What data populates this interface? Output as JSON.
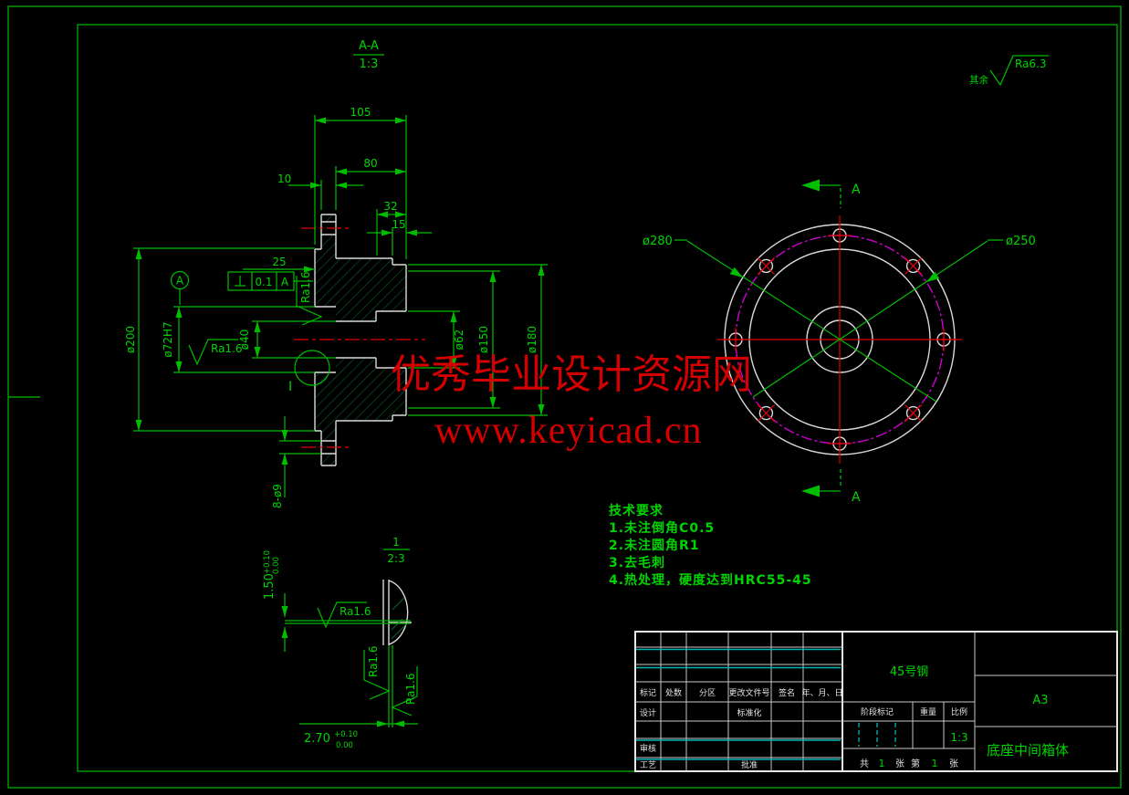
{
  "colors": {
    "background": "#000000",
    "line_green": "#00bd00",
    "text_green": "#00d400",
    "outline_white": "#d9d9d9",
    "centerline_red": "#e10000",
    "bolt_circle_magenta": "#cd00cd",
    "table_cyan": "#00b5b5",
    "hatch_green": "#0b5f2d",
    "watermark_red": "#d40000"
  },
  "section_label": {
    "view": "A-A",
    "scale": "1:3"
  },
  "surface_note": {
    "prefix": "其余",
    "value": "Ra6.3"
  },
  "section_view": {
    "dims": {
      "width_total": "105",
      "width_hub": "80",
      "step10": "10",
      "step32": "32",
      "step15": "15",
      "flange_thk": "25",
      "d200": "ø200",
      "d72": "ø72H7",
      "d40": "ø40",
      "d62": "ø62",
      "d150": "ø150",
      "d180": "ø180",
      "holes": "8-ø9"
    },
    "roughness": "Ra1.6",
    "gdt": {
      "symbol": "⊥",
      "tolerance": "0.1",
      "datum": "A"
    },
    "datum_label": "A",
    "detail_ref": "I"
  },
  "circular_view": {
    "outer_dia": "ø280",
    "bolt_circle_dia": "ø250",
    "cutting_label_top": "A",
    "cutting_label_bottom": "A"
  },
  "tech_req": {
    "title": "技术要求",
    "items": [
      "1.未注倒角C0.5",
      "2.未注圆角R1",
      "3.去毛刺",
      "4.热处理，硬度达到HRC55-45"
    ]
  },
  "detail_view": {
    "ref": "1",
    "scale": "2:3",
    "roughness1": "Ra1.6",
    "roughness2": "Ra1.6",
    "roughness3": "Ra1.6",
    "height": {
      "value": "1.50",
      "tol_up": "+0.10",
      "tol_dn": "0.00"
    },
    "width": {
      "value": "2.70",
      "tol_up": "+0.10",
      "tol_dn": "0.00"
    }
  },
  "title_block": {
    "rev_headers": [
      "标记",
      "处数",
      "分区",
      "更改文件号",
      "签名",
      "年、月、日"
    ],
    "design": "设计",
    "standardization": "标准化",
    "check": "审核",
    "process": "工艺",
    "approve": "批准",
    "stage_mark": "阶段标记",
    "weight": "重量",
    "scale_label": "比例",
    "scale_value": "1:3",
    "material": "45号钢",
    "sheet_size": "A3",
    "part_name": "底座中间箱体",
    "sheets": {
      "total_prefix": "共",
      "total": "1",
      "total_unit": "张",
      "page_prefix": "第",
      "page": "1",
      "page_unit": "张"
    }
  },
  "watermark": {
    "line1": "优秀毕业设计资源网",
    "line2": "www.keyicad.cn"
  }
}
